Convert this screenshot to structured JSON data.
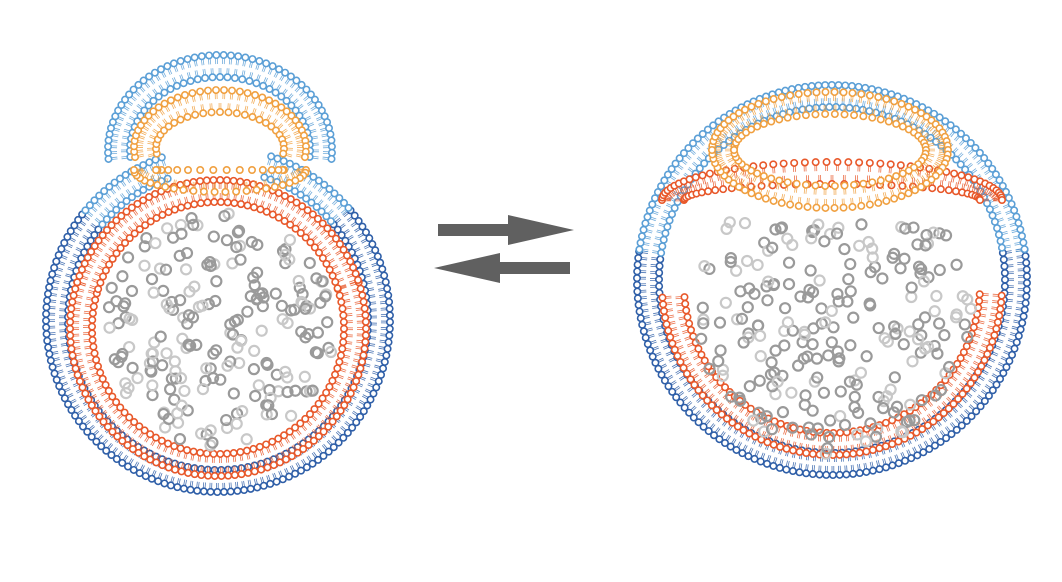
{
  "diagram": {
    "description_text": "",
    "states": [
      {
        "id": "left",
        "shape": "budding"
      },
      {
        "id": "right",
        "shape": "engulfed"
      }
    ],
    "relation": "reversible-equilibrium",
    "colors": {
      "outer_dark_blue": "#2f5fa8",
      "outer_light_blue": "#5b9fd6",
      "inner_orange_red": "#e8582a",
      "inner_light_orange": "#f0a040",
      "particle_gray": "#9a9a9a",
      "particle_light_gray": "#c8c8c8",
      "arrow_gray": "#606060"
    },
    "icons": {
      "forward_arrow": "arrow-right-icon",
      "reverse_arrow": "arrow-left-icon"
    }
  }
}
